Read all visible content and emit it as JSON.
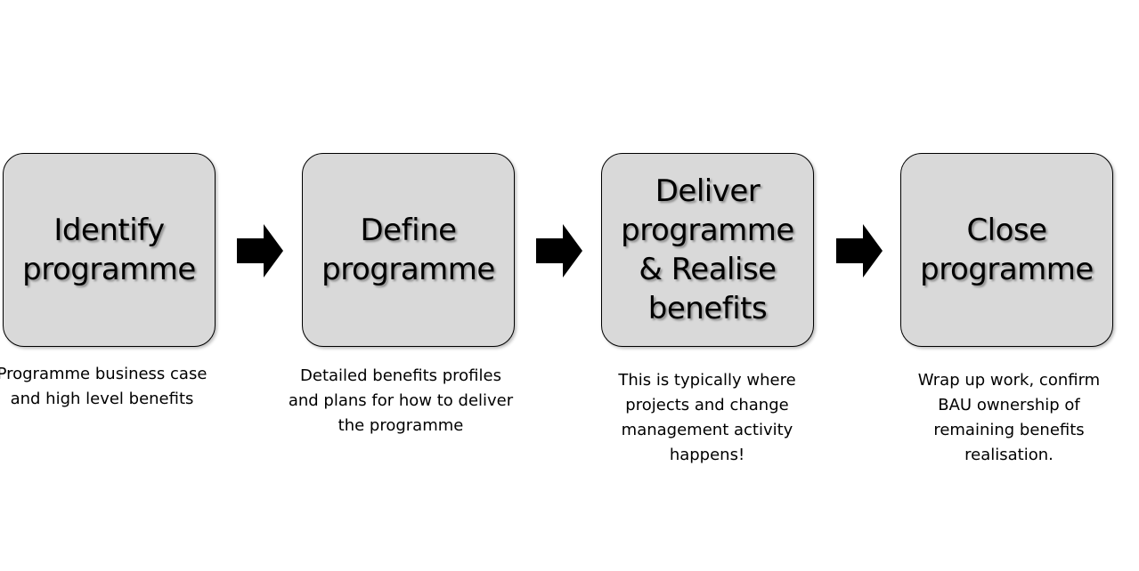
{
  "stages": [
    {
      "title": "Identify programme",
      "description": "Programme business case and high level benefits"
    },
    {
      "title": "Define programme",
      "description": "Detailed benefits profiles and plans for how to deliver the programme"
    },
    {
      "title": "Deliver programme & Realise benefits",
      "description": "This is typically where projects and change management activity happens!"
    },
    {
      "title": "Close programme",
      "description": "Wrap up work, confirm BAU ownership of remaining benefits realisation."
    }
  ],
  "colors": {
    "box_fill": "#d9d9d9",
    "box_border": "#000000",
    "arrow": "#000000"
  },
  "icons": {
    "connector": "right-arrow-icon"
  }
}
